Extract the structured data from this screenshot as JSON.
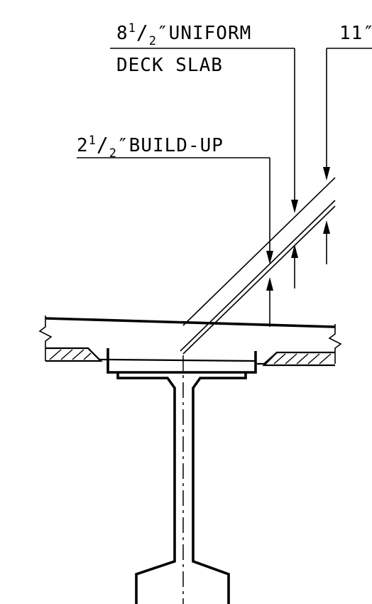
{
  "labels": {
    "deck_slab": {
      "whole": "8",
      "num": "1",
      "den": "2",
      "unit": "″",
      "line1_rest": "UNIFORM",
      "line2": "DECK SLAB"
    },
    "build_up": {
      "whole": "2",
      "num": "1",
      "den": "2",
      "unit": "″",
      "rest": "BUILD-UP"
    },
    "total": {
      "text": "11″"
    }
  },
  "colors": {
    "ink": "#000000",
    "paper": "#ffffff"
  }
}
